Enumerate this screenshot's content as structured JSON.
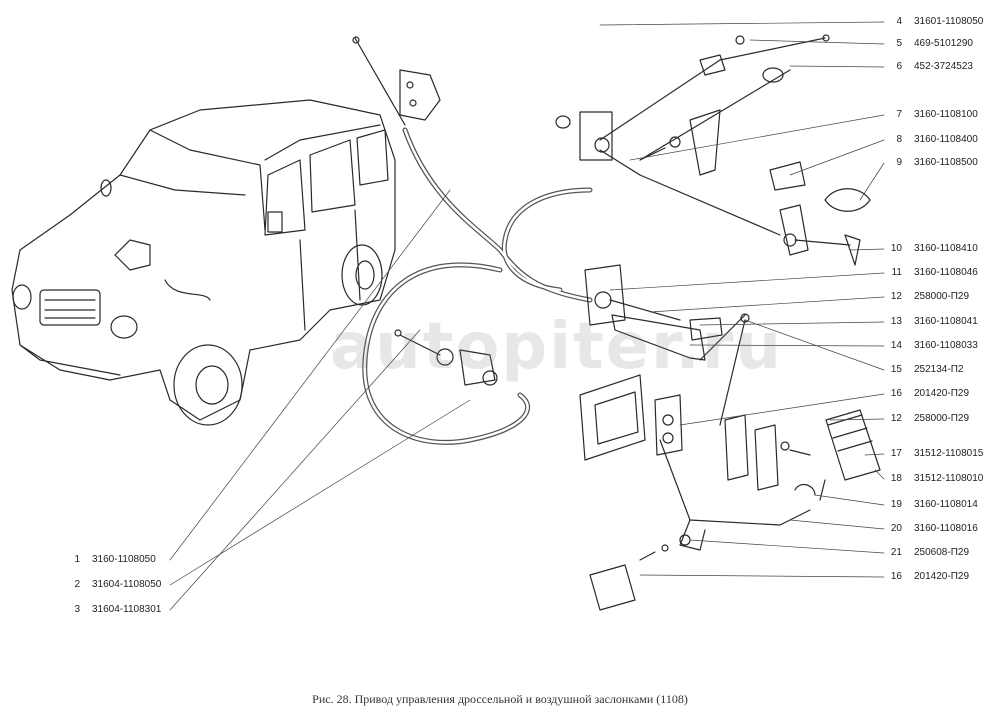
{
  "caption": "Рис. 28. Привод управления дроссельной и воздушной заслонками (1108)",
  "watermark": "autopiter.ru",
  "callouts_right": [
    {
      "num": "4",
      "part": "31601-1108050"
    },
    {
      "num": "5",
      "part": "469-5101290"
    },
    {
      "num": "6",
      "part": "452-3724523"
    },
    {
      "num": "7",
      "part": "3160-1108100"
    },
    {
      "num": "8",
      "part": "3160-1108400"
    },
    {
      "num": "9",
      "part": "3160-1108500"
    },
    {
      "num": "10",
      "part": "3160-1108410"
    },
    {
      "num": "11",
      "part": "3160-1108046"
    },
    {
      "num": "12",
      "part": "258000-П29"
    },
    {
      "num": "13",
      "part": "3160-1108041"
    },
    {
      "num": "14",
      "part": "3160-1108033"
    },
    {
      "num": "15",
      "part": "252134-П2"
    },
    {
      "num": "16",
      "part": "201420-П29"
    },
    {
      "num": "12",
      "part": "258000-П29"
    },
    {
      "num": "17",
      "part": "31512-1108015"
    },
    {
      "num": "18",
      "part": "31512-1108010"
    },
    {
      "num": "19",
      "part": "3160-1108014"
    },
    {
      "num": "20",
      "part": "3160-1108016"
    },
    {
      "num": "21",
      "part": "250608-П29"
    },
    {
      "num": "16",
      "part": "201420-П29"
    }
  ],
  "callouts_left": [
    {
      "num": "1",
      "part": "3160-1108050"
    },
    {
      "num": "2",
      "part": "31604-1108050"
    },
    {
      "num": "3",
      "part": "31604-1108301"
    }
  ],
  "colors": {
    "ink": "#2a2a2a",
    "line": "#444444",
    "hose": "#555555"
  }
}
